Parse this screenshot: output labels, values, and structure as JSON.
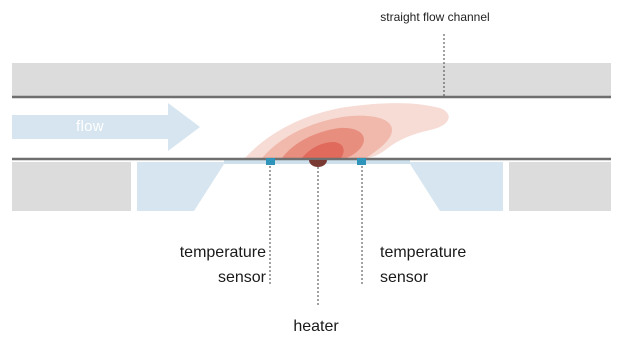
{
  "labels": {
    "straight_flow_channel": "straight flow channel",
    "flow": "flow",
    "temperature_sensor_left": [
      "temperature",
      "sensor"
    ],
    "temperature_sensor_right": [
      "temperature",
      "sensor"
    ],
    "heater": "heater"
  },
  "colors": {
    "channel_wall": "#dcdcdc",
    "channel_line": "#6f6f6f",
    "substrate_blue": "#d6e5ef",
    "flow_arrow": "#d6e5ef",
    "sensor": "#2e94b9",
    "heater": "#7a3a34",
    "plume_outer": "#f6dcd5",
    "plume_mid": "#f0b9ac",
    "plume_inner": "#e88e7f",
    "plume_core": "#e06a5c",
    "leader_line": "#444444"
  }
}
